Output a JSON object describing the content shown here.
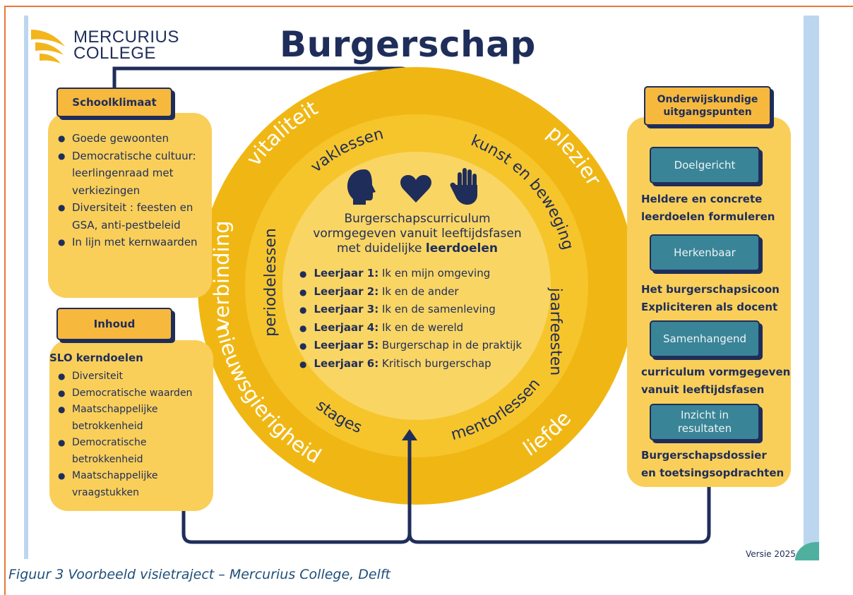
{
  "logo": {
    "line1": "MERCURIUS",
    "line2": "COLLEGE"
  },
  "title": "Burgerschap",
  "colors": {
    "navy": "#1f2d5a",
    "gold_outer": "#f0b714",
    "gold_inner": "#f6c52b",
    "gold_center": "#f9d564",
    "panel": "#f9cf5a",
    "teal": "#3a8497",
    "caption": "#1f4e79"
  },
  "schoolklimaat": {
    "tag": "Schoolklimaat",
    "items": [
      "Goede gewoonten",
      "Democratische cultuur: leerlingenraad met verkiezingen",
      "Diversiteit : feesten en GSA, anti-pestbeleid",
      "In lijn met kernwaarden"
    ]
  },
  "inhoud": {
    "tag": "Inhoud",
    "subtitle": "SLO kerndoelen",
    "items": [
      "Diversiteit",
      "Democratische waarden",
      "Maatschappelijke betrokkenheid",
      "Democratische betrokkenheid",
      "Maatschappelijke vraagstukken"
    ]
  },
  "onderwijs": {
    "tag_line1": "Onderwijskundige",
    "tag_line2": "uitgangspunten",
    "items": [
      {
        "button": "Doelgericht",
        "desc1": "Heldere en concrete",
        "desc2": "leerdoelen formuleren"
      },
      {
        "button": "Herkenbaar",
        "desc1": "Het burgerschapsicoon",
        "desc2": "Expliciteren als docent"
      },
      {
        "button": "Samenhangend",
        "desc1": "curriculum vormgegeven",
        "desc2": "vanuit leeftijdsfasen"
      },
      {
        "button_line1": "Inzicht in",
        "button_line2": "resultaten",
        "desc1": "Burgerschapsdossier",
        "desc2": "en toetsingsopdrachten"
      }
    ]
  },
  "outer_ring": [
    "vitaliteit",
    "plezier",
    "nieuwsgierigheid",
    "liefde",
    "verbinding"
  ],
  "inner_ring": [
    "vaklessen",
    "kunst en beweging",
    "jaarfeesten",
    "stages",
    "mentorlessen",
    "periodelessen"
  ],
  "icons": [
    "head-icon",
    "heart-icon",
    "hand-icon"
  ],
  "center": {
    "line1": "Burgerschapscurriculum",
    "line2": "vormgegeven vanuit leeftijdsfasen",
    "line3_prefix": "met duidelijke ",
    "line3_bold": "leerdoelen",
    "levels": [
      {
        "label": "Leerjaar 1:",
        "text": " Ik en mijn omgeving"
      },
      {
        "label": "Leerjaar 2:",
        "text": " Ik en de ander"
      },
      {
        "label": "Leerjaar 3:",
        "text": " Ik en de samenleving"
      },
      {
        "label": "Leerjaar 4:",
        "text": " Ik en de wereld"
      },
      {
        "label": "Leerjaar 5:",
        "text": " Burgerschap in de praktijk"
      },
      {
        "label": "Leerjaar 6:",
        "text": " Kritisch burgerschap"
      }
    ]
  },
  "version": "Versie 2025",
  "caption": "Figuur 3 Voorbeeld visietraject – Mercurius College, Delft"
}
